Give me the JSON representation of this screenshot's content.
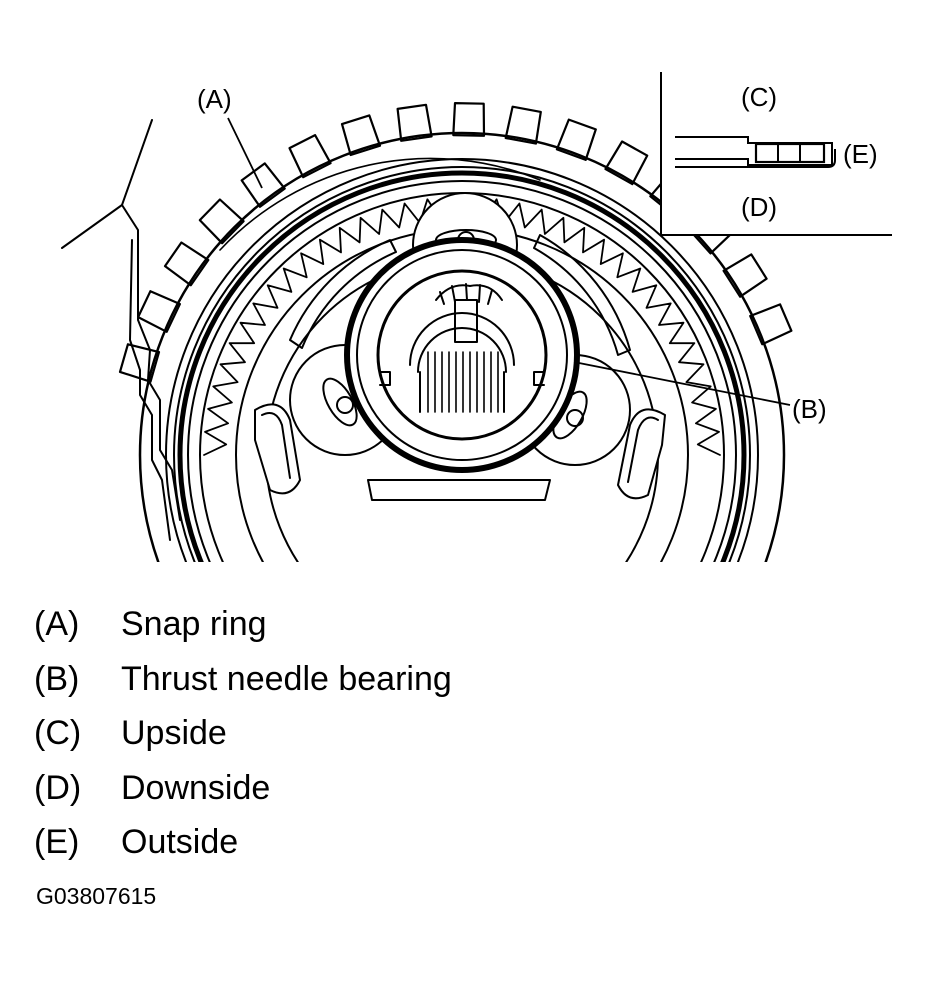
{
  "diagram": {
    "callouts": {
      "a": "(A)",
      "b": "(B)",
      "c": "(C)",
      "d": "(D)",
      "e": "(E)"
    }
  },
  "legend": [
    {
      "key": "(A)",
      "text": "Snap ring"
    },
    {
      "key": "(B)",
      "text": "Thrust needle bearing"
    },
    {
      "key": "(C)",
      "text": "Upside"
    },
    {
      "key": "(D)",
      "text": "Downside"
    },
    {
      "key": "(E)",
      "text": "Outside"
    }
  ],
  "figure_id": "G03807615"
}
